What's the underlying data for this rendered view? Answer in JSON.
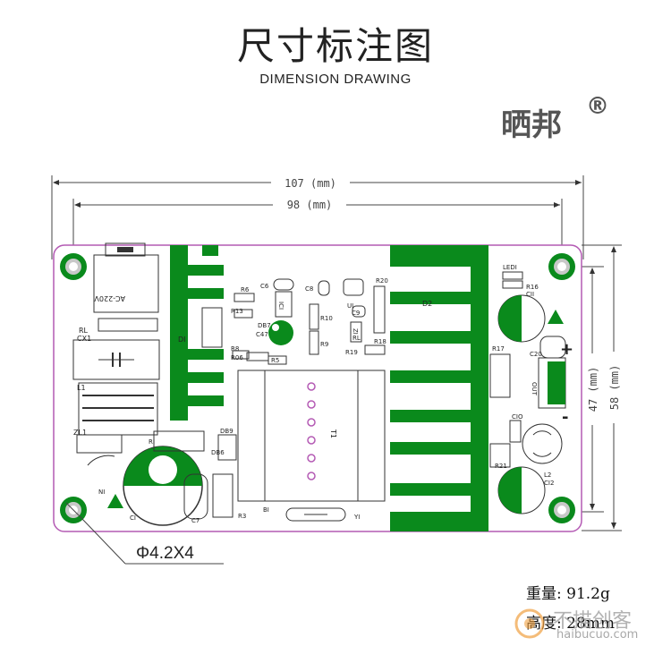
{
  "header": {
    "title": "尺寸标注图",
    "subtitle": "DIMENSION DRAWING",
    "brand": "晒邦",
    "brand_mark": "®"
  },
  "dimensions": {
    "overall_width": "107 (mm)",
    "hole_spacing_width": "98 (mm)",
    "hole_spacing_height": "47 (mm)",
    "overall_height": "58 (mm)",
    "hole_spec": "Φ4.2X4"
  },
  "board_labels": {
    "ac_in": "AC-220V",
    "rl": "RL",
    "cx1": "CX1",
    "l1": "L1",
    "zl1": "ZL1",
    "ni": "NI",
    "c1": "CI",
    "d1": "DI",
    "r1": "RI",
    "db9": "DB9",
    "db6": "DB6",
    "c7": "C7",
    "r3": "R3",
    "r6": "R6",
    "r13": "R13",
    "db7": "DB7",
    "c47": "C47",
    "r8": "R8",
    "r06": "R06",
    "r5": "R5",
    "c6": "C6",
    "ic1": "ICI",
    "c8": "C8",
    "r10": "R10",
    "r9": "R9",
    "u1": "UI",
    "c9": "C9",
    "z1": "ZI",
    "rl2": "RL",
    "r20": "R20",
    "r18": "R18",
    "r19": "R19",
    "t1": "T1",
    "b1": "BI",
    "y1": "YI",
    "d2": "D2",
    "r17": "R17",
    "led1": "LEDI",
    "r16": "R16",
    "c11": "CII",
    "c20": "C20",
    "out": "OUT",
    "c10": "CIO",
    "r21": "R21",
    "l2": "L2",
    "c12": "CI2",
    "plus": "+",
    "minus": "-"
  },
  "specs": {
    "weight": "重量: 91.2g",
    "height": "高度: 28mm"
  },
  "watermark": {
    "text": "不描创客",
    "url": "haibucuo.com"
  },
  "colors": {
    "outline": "#b45ab4",
    "copper": "#0a8a1c",
    "dimension": "#333333",
    "pad": "#c8c8c8"
  }
}
